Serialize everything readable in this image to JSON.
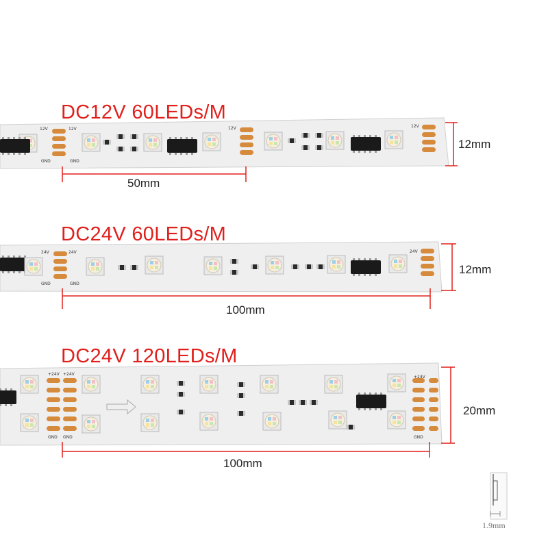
{
  "strips": [
    {
      "title": "DC12V 60LEDs/M",
      "length": "50mm",
      "width": "12mm"
    },
    {
      "title": "DC24V 60LEDs/M",
      "length": "100mm",
      "width": "12mm"
    },
    {
      "title": "DC24V 120LEDs/M",
      "length": "100mm",
      "width": "20mm"
    }
  ],
  "thickness": "1.9mm",
  "colors": {
    "title": "#e0201c",
    "dimension_line": "#e0201c",
    "pcb": "#f2f2f2",
    "pad": "#d68a3c",
    "chip": "#1a1a1a"
  }
}
